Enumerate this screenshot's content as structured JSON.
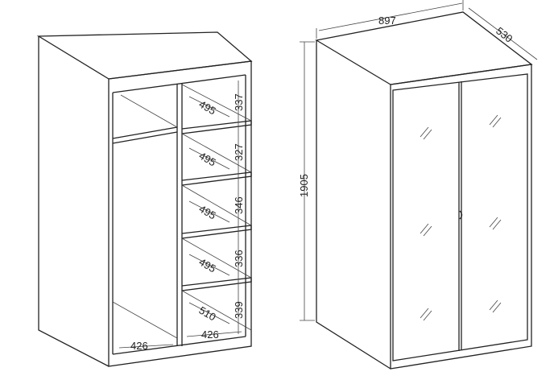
{
  "left_view": {
    "shelf_depths": [
      "495",
      "495",
      "495",
      "495",
      "510"
    ],
    "shelf_heights": [
      "337",
      "327",
      "346",
      "336",
      "339"
    ],
    "bottom_widths": [
      "426",
      "426"
    ]
  },
  "right_view": {
    "width": "897",
    "depth": "530",
    "height": "1905"
  }
}
